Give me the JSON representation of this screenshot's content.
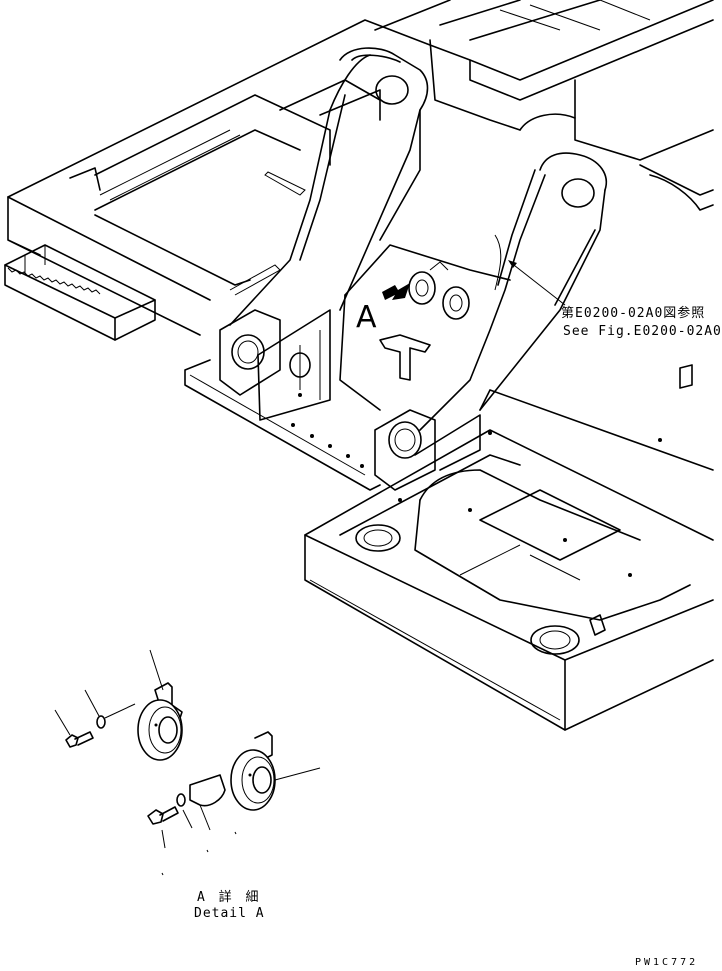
{
  "reference": {
    "jp": "第E0200-02A0図参照",
    "en": "See Fig.E0200-02A0"
  },
  "view_marker": "A",
  "detail": {
    "jp": "A 詳 細",
    "en": "Detail A"
  },
  "drawing_number": "PW1C772"
}
